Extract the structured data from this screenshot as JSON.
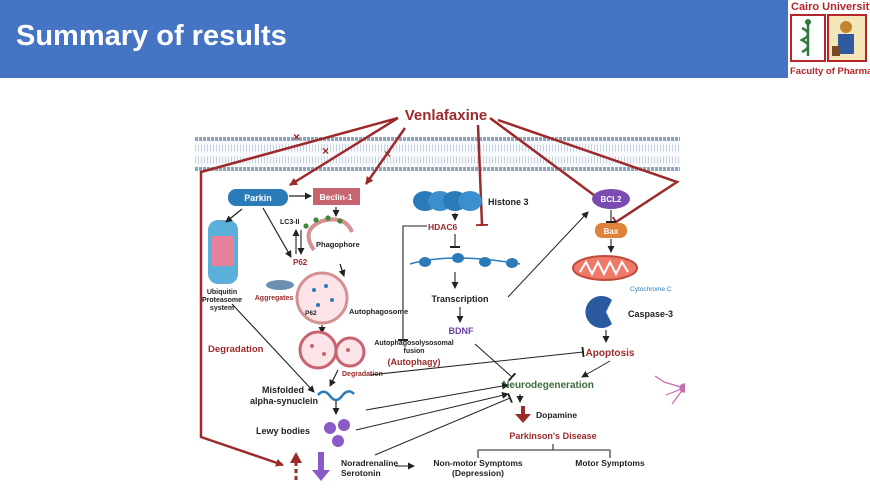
{
  "slide": {
    "title": "Summary of results"
  },
  "logo": {
    "university": "Cairo University",
    "faculty": "Faculty of Pharmacy"
  },
  "diagram": {
    "drug": "Venlafaxine",
    "nodes": {
      "parkin": "Parkin",
      "beclin": "Beclin-1",
      "lc3": "LC3-II",
      "phagophore": "Phagophore",
      "ups": [
        "Ubiquitin",
        "Proteasome",
        "system"
      ],
      "p62": "P62",
      "aggregates": "Aggregates",
      "p62_inner": "P62",
      "autophagosome": "Autophagosome",
      "degradation_left": "Degradation",
      "fusion": [
        "Autophagosolysosomal",
        "fusion"
      ],
      "autophagy": "(Autophagy)",
      "degradation_small": "Degradation",
      "misfolded": [
        "Misfolded",
        "alpha-synuclein"
      ],
      "lewy": "Lewy bodies",
      "histone": "Histone 3",
      "hdac6": "HDAC6",
      "transcription": "Transcription",
      "bdnf": "BDNF",
      "bcl2": "BCL2",
      "bax": "Bax",
      "cytochrome": "Cytochrome C",
      "caspase": "Caspase-3",
      "apoptosis": "Apoptosis",
      "neurodegeneration": "Neurodegeneration",
      "dopamine": "Dopamine",
      "parkinsons": "Parkinson's Disease",
      "noradrenaline": "Noradrenaline",
      "serotonin": "Serotonin",
      "nonmotor": [
        "Non-motor Symptoms",
        "(Depression)"
      ],
      "motor": "Motor Symptoms"
    },
    "colors": {
      "dark_red": "#9c2a2a",
      "blue": "#2a7bb8",
      "purple": "#6a3fa0",
      "green": "#3c6b3c",
      "membrane": "#8fa4bb"
    }
  }
}
